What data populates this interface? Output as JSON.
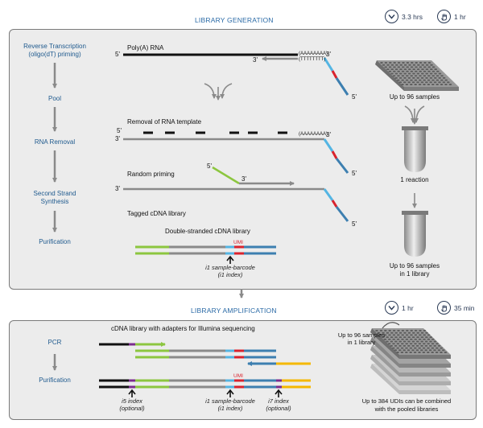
{
  "library_generation": {
    "title": "LIBRARY GENERATION",
    "time_hands_off": "3.3 hrs",
    "time_hands_on": "1 hr",
    "steps": [
      "Reverse Transcription\n(oligo(dT) priming)",
      "Pool",
      "RNA Removal",
      "Second Strand\nSynthesis",
      "Purification"
    ],
    "poly_a_label": "Poly(A) RNA",
    "polya_seq": "(AAAAAAAA)",
    "polyt_seq": "(TTTTTTTT)",
    "five_prime": "5'",
    "three_prime": "3'",
    "removal_label": "Removal of RNA template",
    "random_priming_label": "Random priming",
    "tagged_label": "Tagged cDNA library",
    "ds_label": "Double-stranded cDNA library",
    "umi_label": "UMI",
    "i1_label": "i1 sample-barcode\n(i1 index)",
    "samples_label": "Up to 96 samples",
    "reaction_label": "1 reaction",
    "pooled_label": "Up to 96 samples\nin 1 library"
  },
  "library_amplification": {
    "title": "LIBRARY AMPLIFICATION",
    "time_hands_off": "1 hr",
    "time_hands_on": "35 min",
    "steps": [
      "PCR",
      "Purification"
    ],
    "adapters_label": "cDNA library with adapters for Illumina sequencing",
    "umi_label": "UMI",
    "i5_label": "i5 index\n(optional)",
    "i1_label": "i1 sample-barcode\n(i1 index)",
    "i7_label": "i7 index\n(optional)",
    "stack_label": "Up to 96 samples\nin 1 library",
    "udi_label": "Up to 384 UDIs can be combined\nwith the pooled libraries"
  },
  "icons": {
    "clock": "chevron-clock-icon",
    "hand": "hand-icon"
  },
  "colors": {
    "title_blue": "#2a6aa6",
    "strand_grey": "#8a8a8a",
    "strand_black": "#111111",
    "light_blue": "#54b5e3",
    "steel_blue": "#3d7fb0",
    "red": "#d9232e",
    "green": "#8cc63f",
    "purple": "#7b2c8e",
    "yellow": "#f5b800"
  }
}
